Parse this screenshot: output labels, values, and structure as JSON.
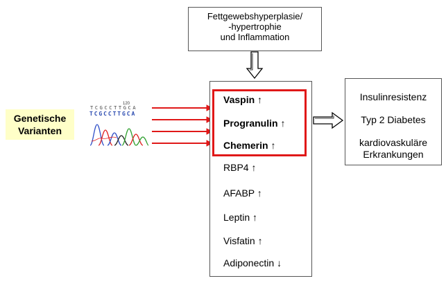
{
  "top_box": {
    "lines": [
      "Fettgewebshyperplasie/",
      "-hypertrophie",
      "und Inflammation"
    ]
  },
  "genetics_label": {
    "lines": [
      "Genetische",
      "Varianten"
    ]
  },
  "chromatogram": {
    "bases_top": "TCGCCTTGCA",
    "bases_bottom": "TCGCCTTGCA",
    "marker": "120"
  },
  "adipokines": {
    "highlighted": [
      {
        "name": "Vaspin",
        "arrow": "↑"
      },
      {
        "name": "Progranulin",
        "arrow": "↑"
      },
      {
        "name": "Chemerin",
        "arrow": "↑"
      }
    ],
    "others": [
      {
        "name": "RBP4",
        "arrow": "↑"
      },
      {
        "name": "AFABP",
        "arrow": "↑"
      },
      {
        "name": "Leptin",
        "arrow": "↑"
      },
      {
        "name": "Visfatin",
        "arrow": "↑"
      },
      {
        "name": "Adiponectin",
        "arrow": "↓"
      }
    ]
  },
  "outcomes": {
    "items": [
      "Insulinresistenz",
      "Typ 2 Diabetes",
      "kardiovaskuläre",
      "Erkrankungen"
    ]
  },
  "colors": {
    "highlight_border": "#e01818",
    "red_arrow": "#e01818",
    "genetics_bg": "#ffffc8"
  }
}
